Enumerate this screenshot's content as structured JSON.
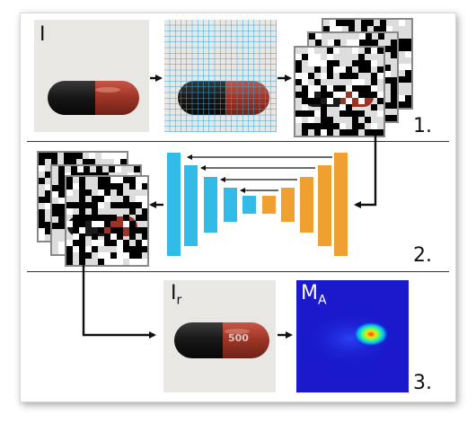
{
  "labels": {
    "input_image": "I",
    "restored_image": "I",
    "restored_sub": "r",
    "anomaly_map": "M",
    "anomaly_sub": "A",
    "pill_imprint": "500"
  },
  "steps": [
    "1.",
    "2.",
    "3."
  ],
  "colors": {
    "unet_encoder": "#33bbe8",
    "unet_decoder": "#f0a030",
    "grid": "#2aa8e0",
    "heatmap_bg": "#1a1acc",
    "pill_red": "#a8382a",
    "pill_black": "#1a1a1a"
  }
}
